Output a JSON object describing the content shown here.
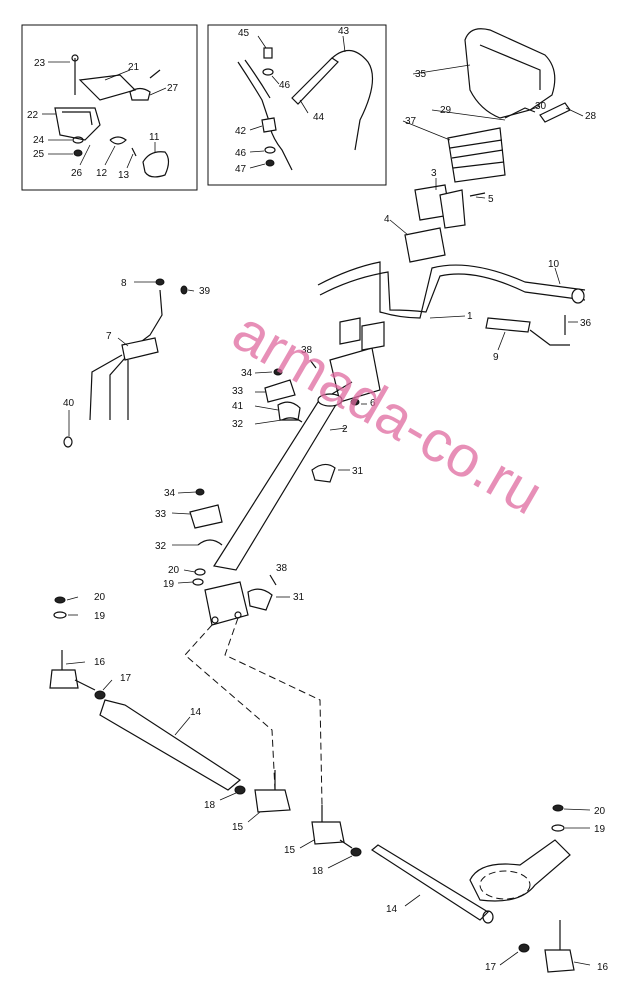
{
  "watermark": "armada-co.ru",
  "labels": {
    "l1": "1",
    "l2": "2",
    "l3": "3",
    "l4": "4",
    "l5": "5",
    "l6": "6",
    "l7": "7",
    "l8": "8",
    "l9": "9",
    "l10": "10",
    "l11": "11",
    "l12": "12",
    "l13": "13",
    "l14a": "14",
    "l14b": "14",
    "l15a": "15",
    "l15b": "15",
    "l16a": "16",
    "l16b": "16",
    "l17a": "17",
    "l17b": "17",
    "l18a": "18",
    "l18b": "18",
    "l19a": "19",
    "l19b": "19",
    "l19c": "19",
    "l20a": "20",
    "l20b": "20",
    "l20c": "20",
    "l21": "21",
    "l22": "22",
    "l23": "23",
    "l24": "24",
    "l25": "25",
    "l26": "26",
    "l27": "27",
    "l28": "28",
    "l29": "29",
    "l30": "30",
    "l31a": "31",
    "l31b": "31",
    "l32a": "32",
    "l32b": "32",
    "l33a": "33",
    "l33b": "33",
    "l34a": "34",
    "l34b": "34",
    "l35": "35",
    "l36": "36",
    "l37": "37",
    "l38a": "38",
    "l38b": "38",
    "l39": "39",
    "l40": "40",
    "l41": "41",
    "l42": "42",
    "l43": "43",
    "l44": "44",
    "l45": "45",
    "l46a": "46",
    "l46b": "46",
    "l47": "47"
  },
  "colors": {
    "line": "#111111",
    "watermark": "#e06aa0"
  }
}
